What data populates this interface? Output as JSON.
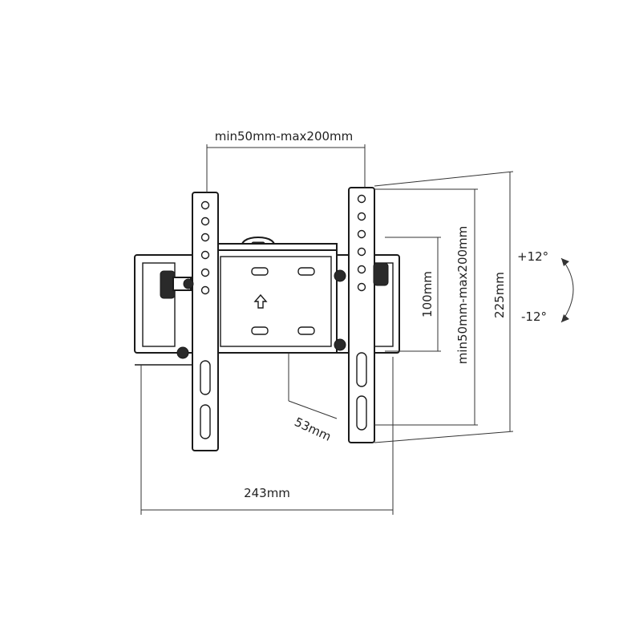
{
  "dimensions": {
    "horizontal_spacing": "min50mm-max200mm",
    "vertical_spacing": "min50mm-max200mm",
    "inner_height": "100mm",
    "total_height": "225mm",
    "depth": "53mm",
    "total_width": "243mm"
  },
  "tilt": {
    "up": "+12°",
    "down": "-12°"
  },
  "colors": {
    "line": "#1a1a1a",
    "background": "#ffffff"
  }
}
